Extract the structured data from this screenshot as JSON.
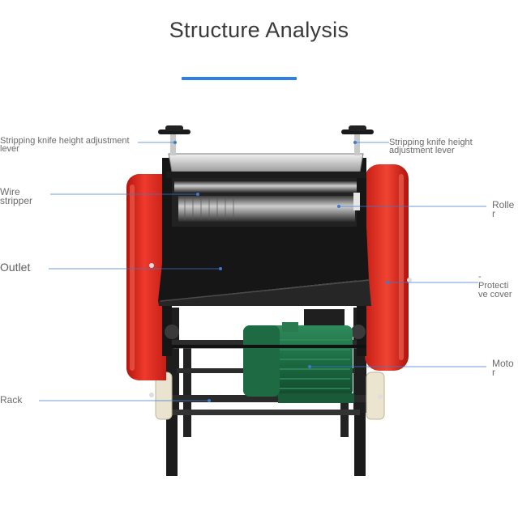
{
  "title": "Structure Analysis",
  "colors": {
    "accent_rule": "#2f7fe6",
    "leader_line": "#3d7ad0",
    "machine_red": "#e8281f",
    "motor_green": "#1f6f45",
    "frame_black": "#1b1b1b"
  },
  "labels": {
    "lever_left": {
      "line1": "Stripping knife height adjustment",
      "line2": "lever"
    },
    "lever_right": {
      "line1": "Stripping knife height",
      "line2": "adjustment lever"
    },
    "wire_stripper": {
      "line1": "Wire",
      "line2": "stripper"
    },
    "roller": {
      "line1": "Rolle",
      "line2": "r"
    },
    "outlet": "Outlet",
    "protective_cover": {
      "line0": "-",
      "line1": "Protecti",
      "line2": "ve cover"
    },
    "motor": {
      "line1": "Moto",
      "line2": "r"
    },
    "rack": "Rack"
  }
}
